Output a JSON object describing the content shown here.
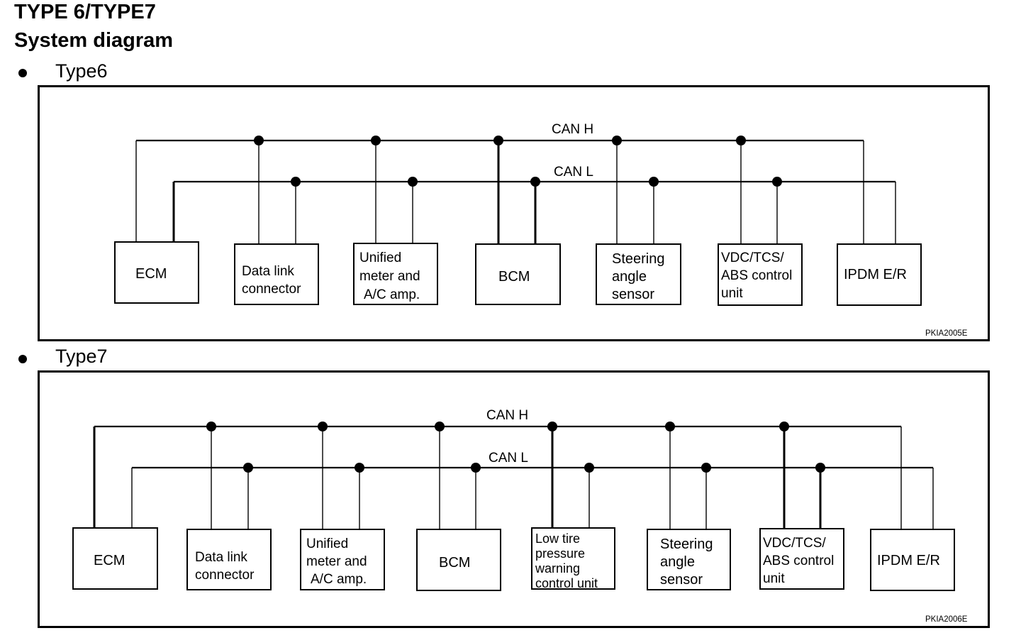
{
  "header": {
    "title": "TYPE 6/TYPE7",
    "subtitle": "System diagram"
  },
  "diagrams": [
    {
      "label": "Type6",
      "can_h_label": "CAN H",
      "can_l_label": "CAN L",
      "figure_code": "PKIA2005E",
      "units": [
        {
          "lines": [
            "ECM"
          ]
        },
        {
          "lines": [
            "Data link",
            "connector"
          ]
        },
        {
          "lines": [
            "Unified",
            "meter and",
            "A/C amp."
          ]
        },
        {
          "lines": [
            "BCM"
          ]
        },
        {
          "lines": [
            "Steering",
            "angle",
            "sensor"
          ]
        },
        {
          "lines": [
            "VDC/TCS/",
            "ABS control",
            "unit"
          ]
        },
        {
          "lines": [
            "IPDM E/R"
          ]
        }
      ]
    },
    {
      "label": "Type7",
      "can_h_label": "CAN H",
      "can_l_label": "CAN L",
      "figure_code": "PKIA2006E",
      "units": [
        {
          "lines": [
            "ECM"
          ]
        },
        {
          "lines": [
            "Data link",
            "connector"
          ]
        },
        {
          "lines": [
            "Unified",
            "meter and",
            "A/C amp."
          ]
        },
        {
          "lines": [
            "BCM"
          ]
        },
        {
          "lines": [
            "Low tire",
            "pressure",
            "warning",
            "control unit"
          ]
        },
        {
          "lines": [
            "Steering",
            "angle",
            "sensor"
          ]
        },
        {
          "lines": [
            "VDC/TCS/",
            "ABS control",
            "unit"
          ]
        },
        {
          "lines": [
            "IPDM E/R"
          ]
        }
      ]
    }
  ]
}
